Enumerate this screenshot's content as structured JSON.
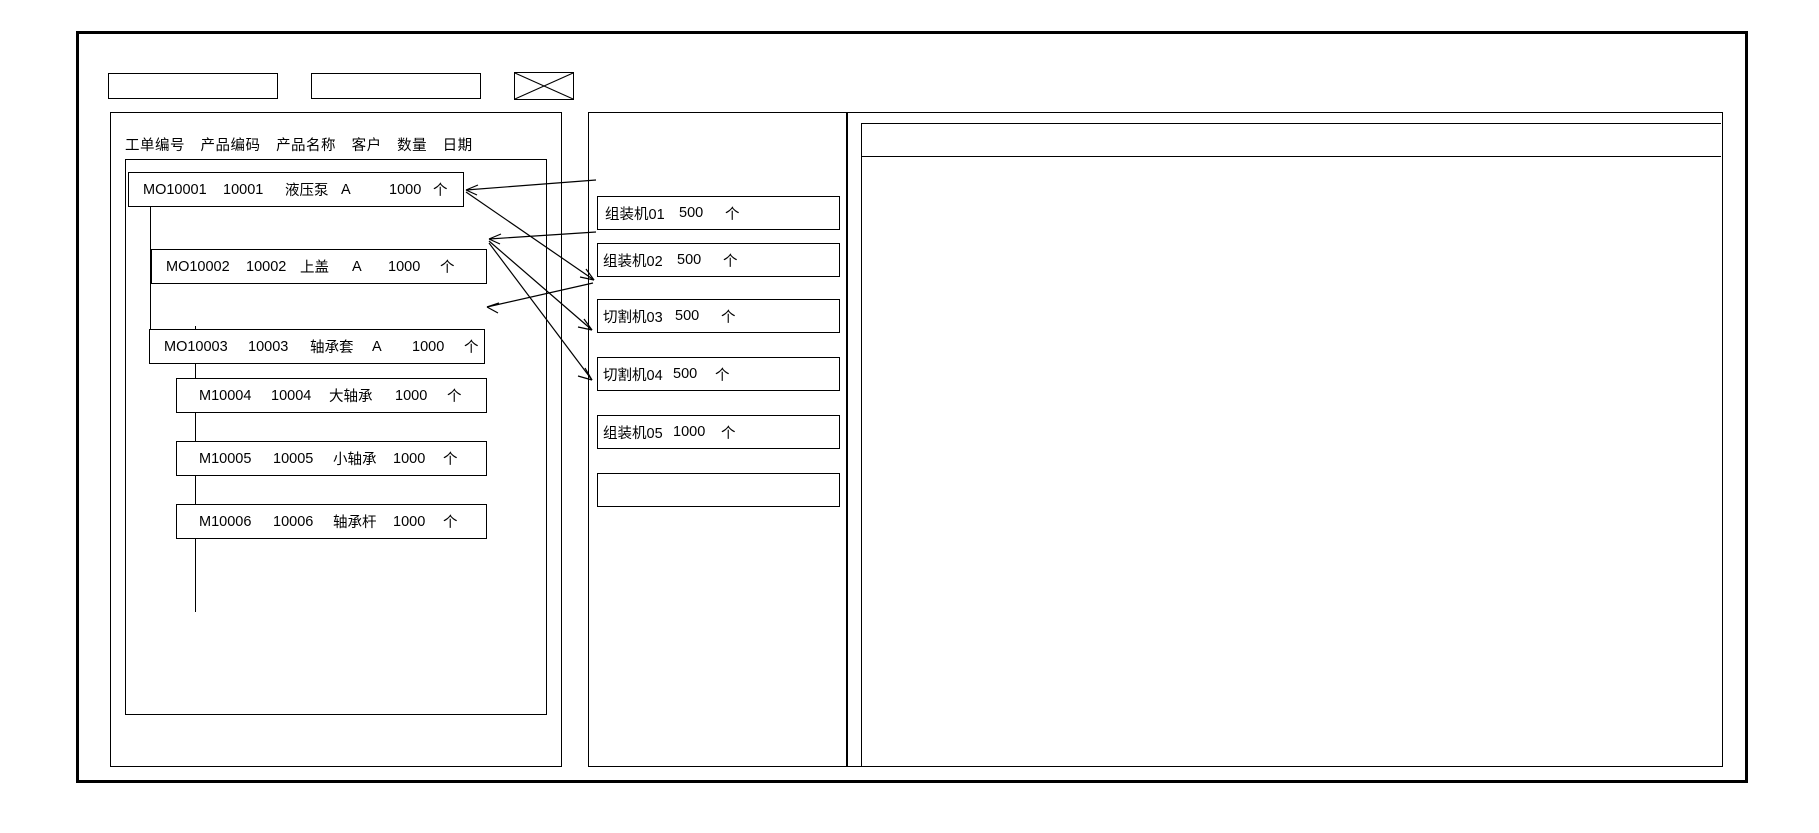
{
  "window": {
    "title": ""
  },
  "toolbar": {
    "field1_value": "",
    "field1_placeholder": "",
    "field2_value": "",
    "field2_placeholder": "",
    "image_icon": "crossed-box-image-placeholder"
  },
  "left_panel": {
    "columns": [
      "工单编号",
      "产品编码",
      "产品名称",
      "客户",
      "数量",
      "日期"
    ],
    "nodes": [
      {
        "id": "MO10001",
        "level": 0,
        "order_no": "MO10001",
        "product_code": "10001",
        "product_name": "液压泵",
        "customer": "A",
        "quantity": "1000",
        "unit": "个"
      },
      {
        "id": "MO10002",
        "level": 1,
        "order_no": "MO10002",
        "product_code": "10002",
        "product_name": "上盖",
        "customer": "A",
        "quantity": "1000",
        "unit": "个"
      },
      {
        "id": "MO10003",
        "level": 1,
        "order_no": "MO10003",
        "product_code": "10003",
        "product_name": "轴承套",
        "customer": "A",
        "quantity": "1000",
        "unit": "个"
      },
      {
        "id": "M10004",
        "level": 2,
        "order_no": "M10004",
        "product_code": "10004",
        "product_name": "大轴承",
        "customer": "",
        "quantity": "1000",
        "unit": "个"
      },
      {
        "id": "M10005",
        "level": 2,
        "order_no": "M10005",
        "product_code": "10005",
        "product_name": "小轴承",
        "customer": "",
        "quantity": "1000",
        "unit": "个"
      },
      {
        "id": "M10006",
        "level": 2,
        "order_no": "M10006",
        "product_code": "10006",
        "product_name": "轴承杆",
        "customer": "",
        "quantity": "1000",
        "unit": "个"
      }
    ]
  },
  "middle_panel": {
    "marker": "·",
    "machines": [
      {
        "name": "组装机01",
        "quantity": "500",
        "unit": "个"
      },
      {
        "name": "组装机02",
        "quantity": "500",
        "unit": "个"
      },
      {
        "name": "切割机03",
        "quantity": "500",
        "unit": "个"
      },
      {
        "name": "切割机04",
        "quantity": "500",
        "unit": "个"
      },
      {
        "name": "组装机05",
        "quantity": "1000",
        "unit": "个"
      },
      {
        "name": "",
        "quantity": "",
        "unit": ""
      }
    ]
  },
  "right_panel": {
    "header_text": "",
    "body_text": ""
  },
  "colors": {
    "stroke": "#000000",
    "background": "#ffffff"
  }
}
